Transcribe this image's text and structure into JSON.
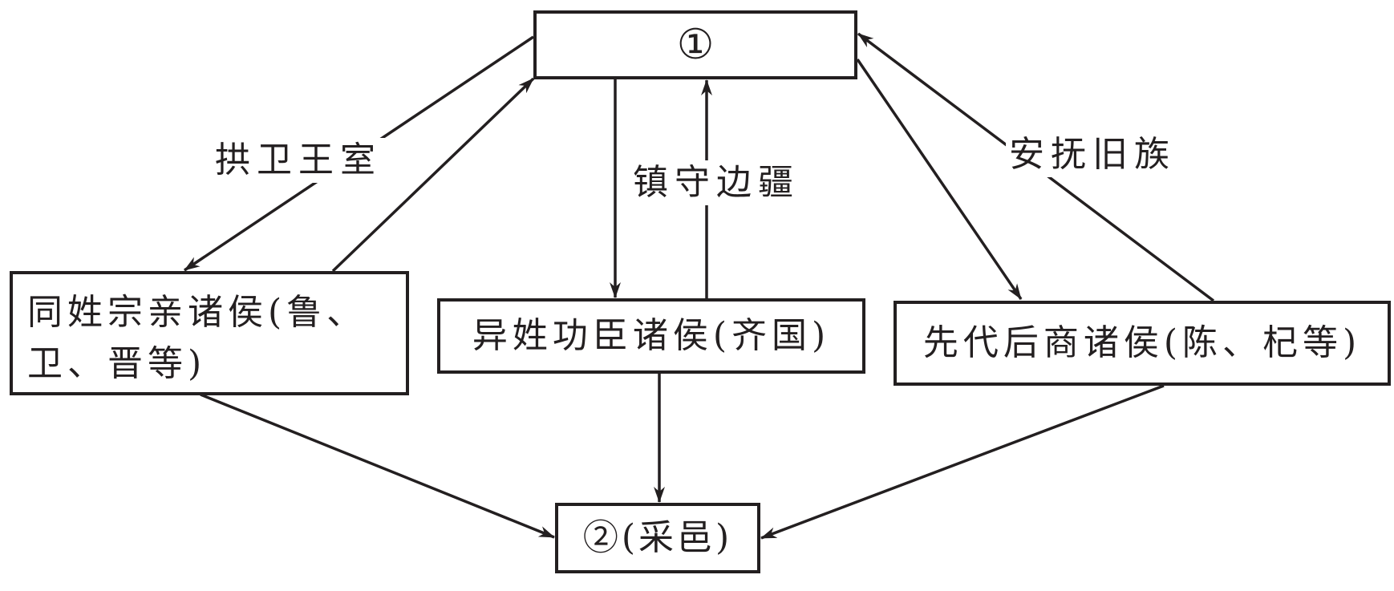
{
  "diagram": {
    "title": "",
    "colors": {
      "stroke": "#231f20",
      "background": "#ffffff"
    },
    "nodes": {
      "king": {
        "id": "1",
        "text": "①"
      },
      "same_surname": {
        "text": "同姓宗亲诸侯(鲁、卫、晋等)",
        "line1": "同姓宗亲诸侯(鲁、",
        "line2": "卫、晋等)"
      },
      "meritorious": {
        "text": "异姓功臣诸侯(齐国)"
      },
      "ancient": {
        "text": "先代后商诸侯(陈、杞等)"
      },
      "fief": {
        "id": "2",
        "text": "②(采邑)"
      }
    },
    "edge_labels": {
      "guard": "拱卫王室",
      "border": "镇守边疆",
      "pacify": "安抚旧族"
    },
    "edges": [
      {
        "from": "king",
        "to": "same_surname",
        "label": "拱卫王室"
      },
      {
        "from": "same_surname",
        "to": "king",
        "label": "拱卫王室"
      },
      {
        "from": "king",
        "to": "meritorious",
        "label": "镇守边疆"
      },
      {
        "from": "meritorious",
        "to": "king",
        "label": "镇守边疆"
      },
      {
        "from": "king",
        "to": "ancient",
        "label": "安抚旧族"
      },
      {
        "from": "ancient",
        "to": "king",
        "label": "安抚旧族"
      },
      {
        "from": "same_surname",
        "to": "fief",
        "label": ""
      },
      {
        "from": "meritorious",
        "to": "fief",
        "label": ""
      },
      {
        "from": "ancient",
        "to": "fief",
        "label": ""
      }
    ]
  }
}
